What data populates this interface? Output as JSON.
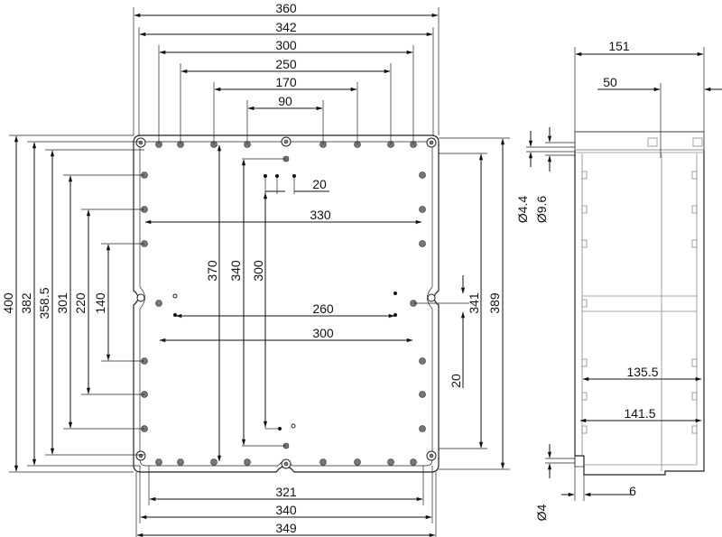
{
  "front_view": {
    "top_dims": [
      "360",
      "342",
      "300",
      "250",
      "170",
      "90"
    ],
    "inner_dims": [
      "20",
      "330",
      "260",
      "300"
    ],
    "bottom_dims": [
      "321",
      "340",
      "349"
    ],
    "left_dims": [
      "400",
      "382",
      "358.5",
      "301",
      "220",
      "140"
    ],
    "vertical_inner_dims": [
      "370",
      "340",
      "300"
    ],
    "right_dims": [
      "341",
      "389",
      "20"
    ]
  },
  "side_view": {
    "width_dims": [
      "151",
      "50"
    ],
    "diameter_dims": [
      "Ø4.4",
      "Ø9.6",
      "Ø4"
    ],
    "depth_dims": [
      "135.5",
      "141.5"
    ],
    "foot_dim": "6"
  }
}
